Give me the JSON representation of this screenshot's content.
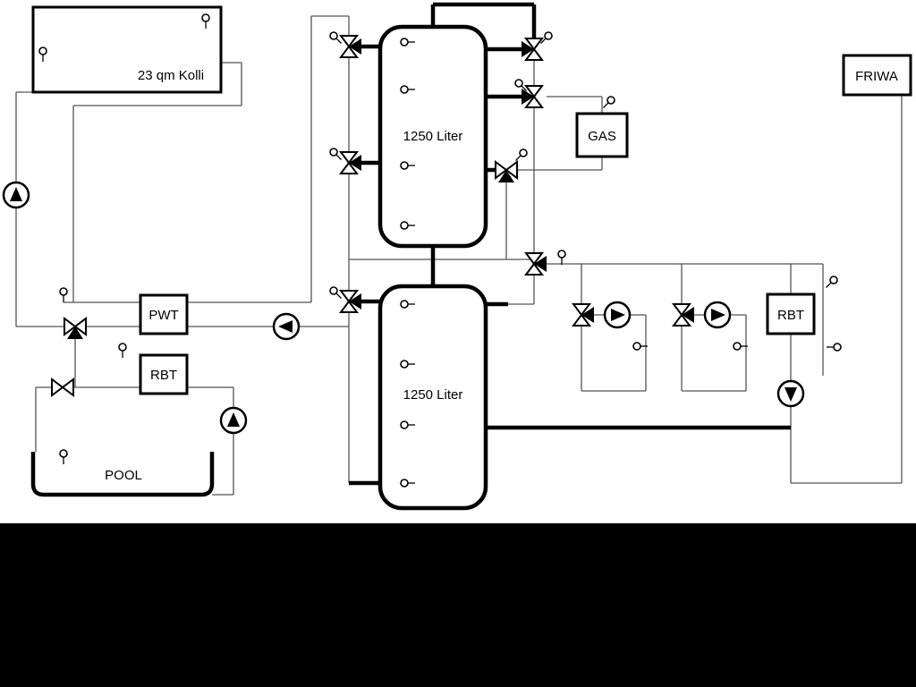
{
  "components": {
    "collector": "23 qm Kolli",
    "buffer_tank_top": "1250 Liter",
    "buffer_tank_bottom": "1250 Liter",
    "gas_boiler": "GAS",
    "friwa": "FRIWA",
    "pwt": "PWT",
    "rbt_left": "RBT",
    "rbt_right": "RBT",
    "pool": "POOL"
  },
  "colors": {
    "line_thick": "#000000",
    "line_thin": "#555555",
    "background": "#ffffff",
    "letterbox": "#000000"
  }
}
